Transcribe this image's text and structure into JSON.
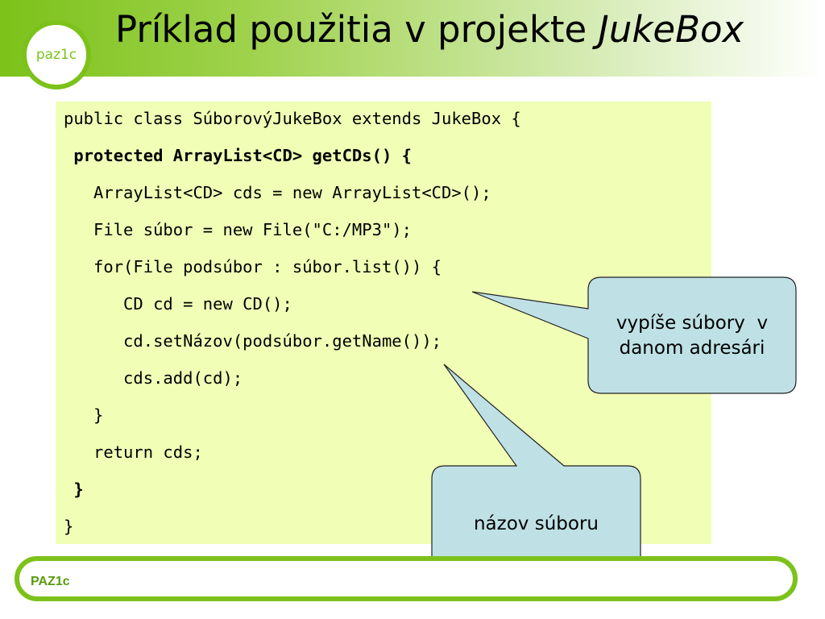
{
  "logo": {
    "text": "paz1c"
  },
  "title": {
    "main": "Príklad použitia v projekte ",
    "italic": "JukeBox"
  },
  "code": [
    {
      "text": "public class SúborovýJukeBox extends JukeBox {",
      "bold": false
    },
    {
      "text": " protected ArrayList<CD> getCDs() {",
      "bold": true
    },
    {
      "text": "   ArrayList<CD> cds = new ArrayList<CD>();",
      "bold": false
    },
    {
      "text": "   File súbor = new File(\"C:/MP3\");",
      "bold": false
    },
    {
      "text": "   for(File podsúbor : súbor.list()) {",
      "bold": false
    },
    {
      "text": "      CD cd = new CD();",
      "bold": false
    },
    {
      "text": "      cd.setNázov(podsúbor.getName());",
      "bold": false
    },
    {
      "text": "      cds.add(cd);",
      "bold": false
    },
    {
      "text": "   }",
      "bold": false
    },
    {
      "text": "   return cds;",
      "bold": false
    },
    {
      "text": " }",
      "bold": true
    },
    {
      "text": "}",
      "bold": false
    }
  ],
  "callouts": {
    "list_files": {
      "line1": "vypíše súbory  v",
      "line2": "danom adresári"
    },
    "file_name": {
      "text": "názov súboru"
    }
  },
  "colors": {
    "accent_green": "#7cc21a",
    "code_bg": "#f0ffb5",
    "callout_fill": "#bfe1e5"
  },
  "footer": {
    "text": "PAZ1c"
  }
}
